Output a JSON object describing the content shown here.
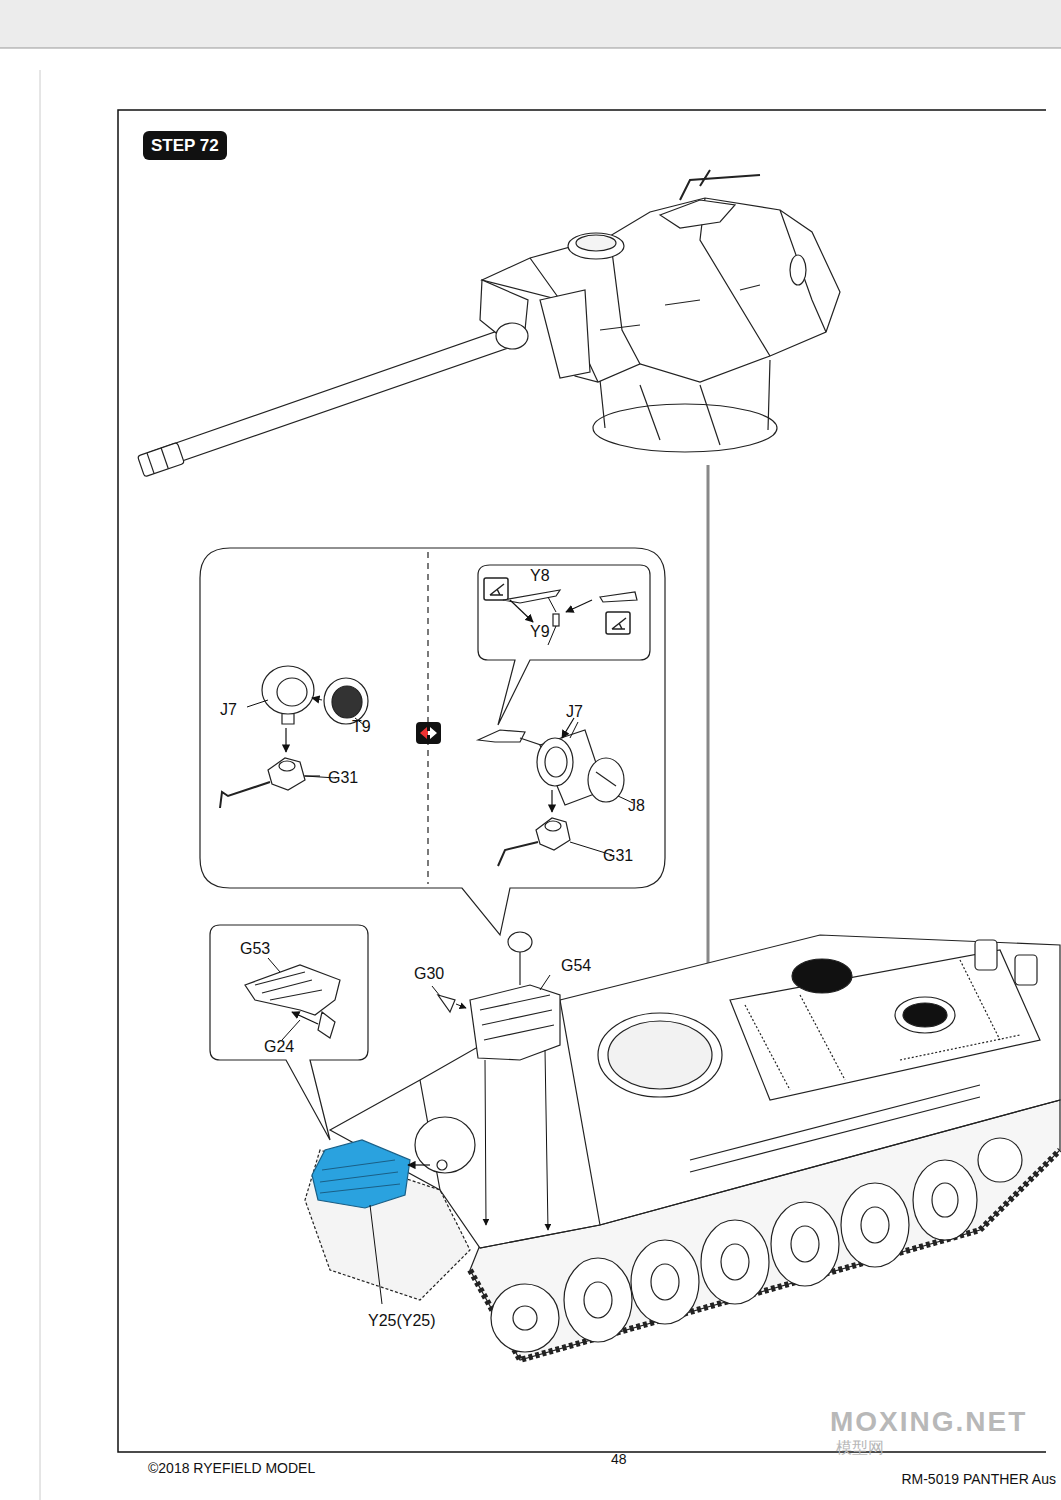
{
  "diagram": {
    "nodes": [
      {
        "text": [
          "STEP 72"
        ]
      },
      {
        "text": [
          "J7",
          "T9",
          "G31",
          "J7",
          "J8",
          "G31"
        ]
      },
      {
        "text": [
          "Y8",
          "Y9"
        ],
        "in": 1
      },
      {
        "text": [
          "G53",
          "G24"
        ]
      }
    ],
    "labels": [
      "G30",
      "G54",
      "Y25(Y25)",
      "©2018 RYEFIELD MODEL",
      "48",
      "RM-5019 PANTHER Aus",
      "MOXING.NET",
      "模型网"
    ]
  }
}
